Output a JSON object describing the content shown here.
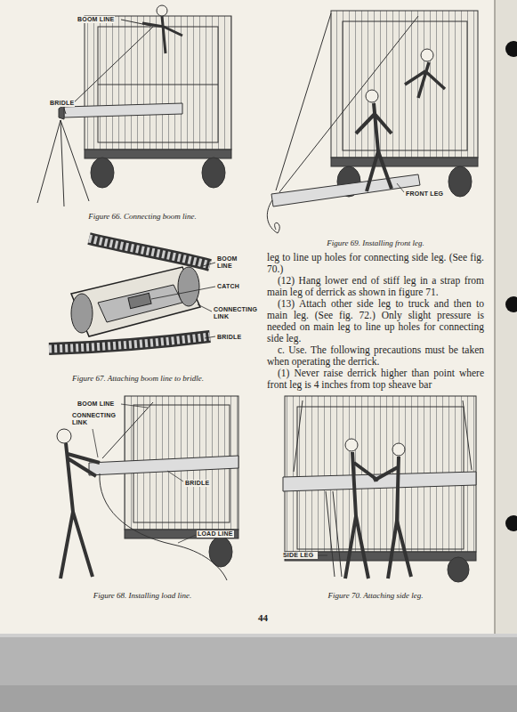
{
  "diagram": {
    "caption": "Figure 66. Connecting boom line.",
    "labels": [
      "BOOM LINE",
      "BRIDLE",
      "Figure 66. Connecting boom line.",
      "BOOM LINE",
      "CATCH",
      "CONNECTING LINK",
      "BRIDLE",
      "Figure 67. Attaching boom line to bridle.",
      "BOOM LINE",
      "CONNECTING LINK",
      "BRIDLE",
      "LOAD LINE",
      "Figure 68. Installing load line.",
      "FRONT LEG",
      "Figure 69. Installing front leg.",
      "leg to line up holes for connecting side leg. (See fig. 70.)",
      "(12) Hang lower end of stiff leg in a strap from main leg of derrick as shown in figure 71.",
      "(13) Attach other side leg to truck and then to main leg. (See fig. 72.) Only slight pressure is needed on main leg to line up holes for connecting side leg.",
      "c. Use. The following precautions must be taken when operating the derrick.",
      "(1) Never raise derrick higher than point where front leg is 4 inches from top sheave bar",
      "SIDE LEG",
      "Figure 70. Attaching side leg.",
      "44"
    ]
  }
}
